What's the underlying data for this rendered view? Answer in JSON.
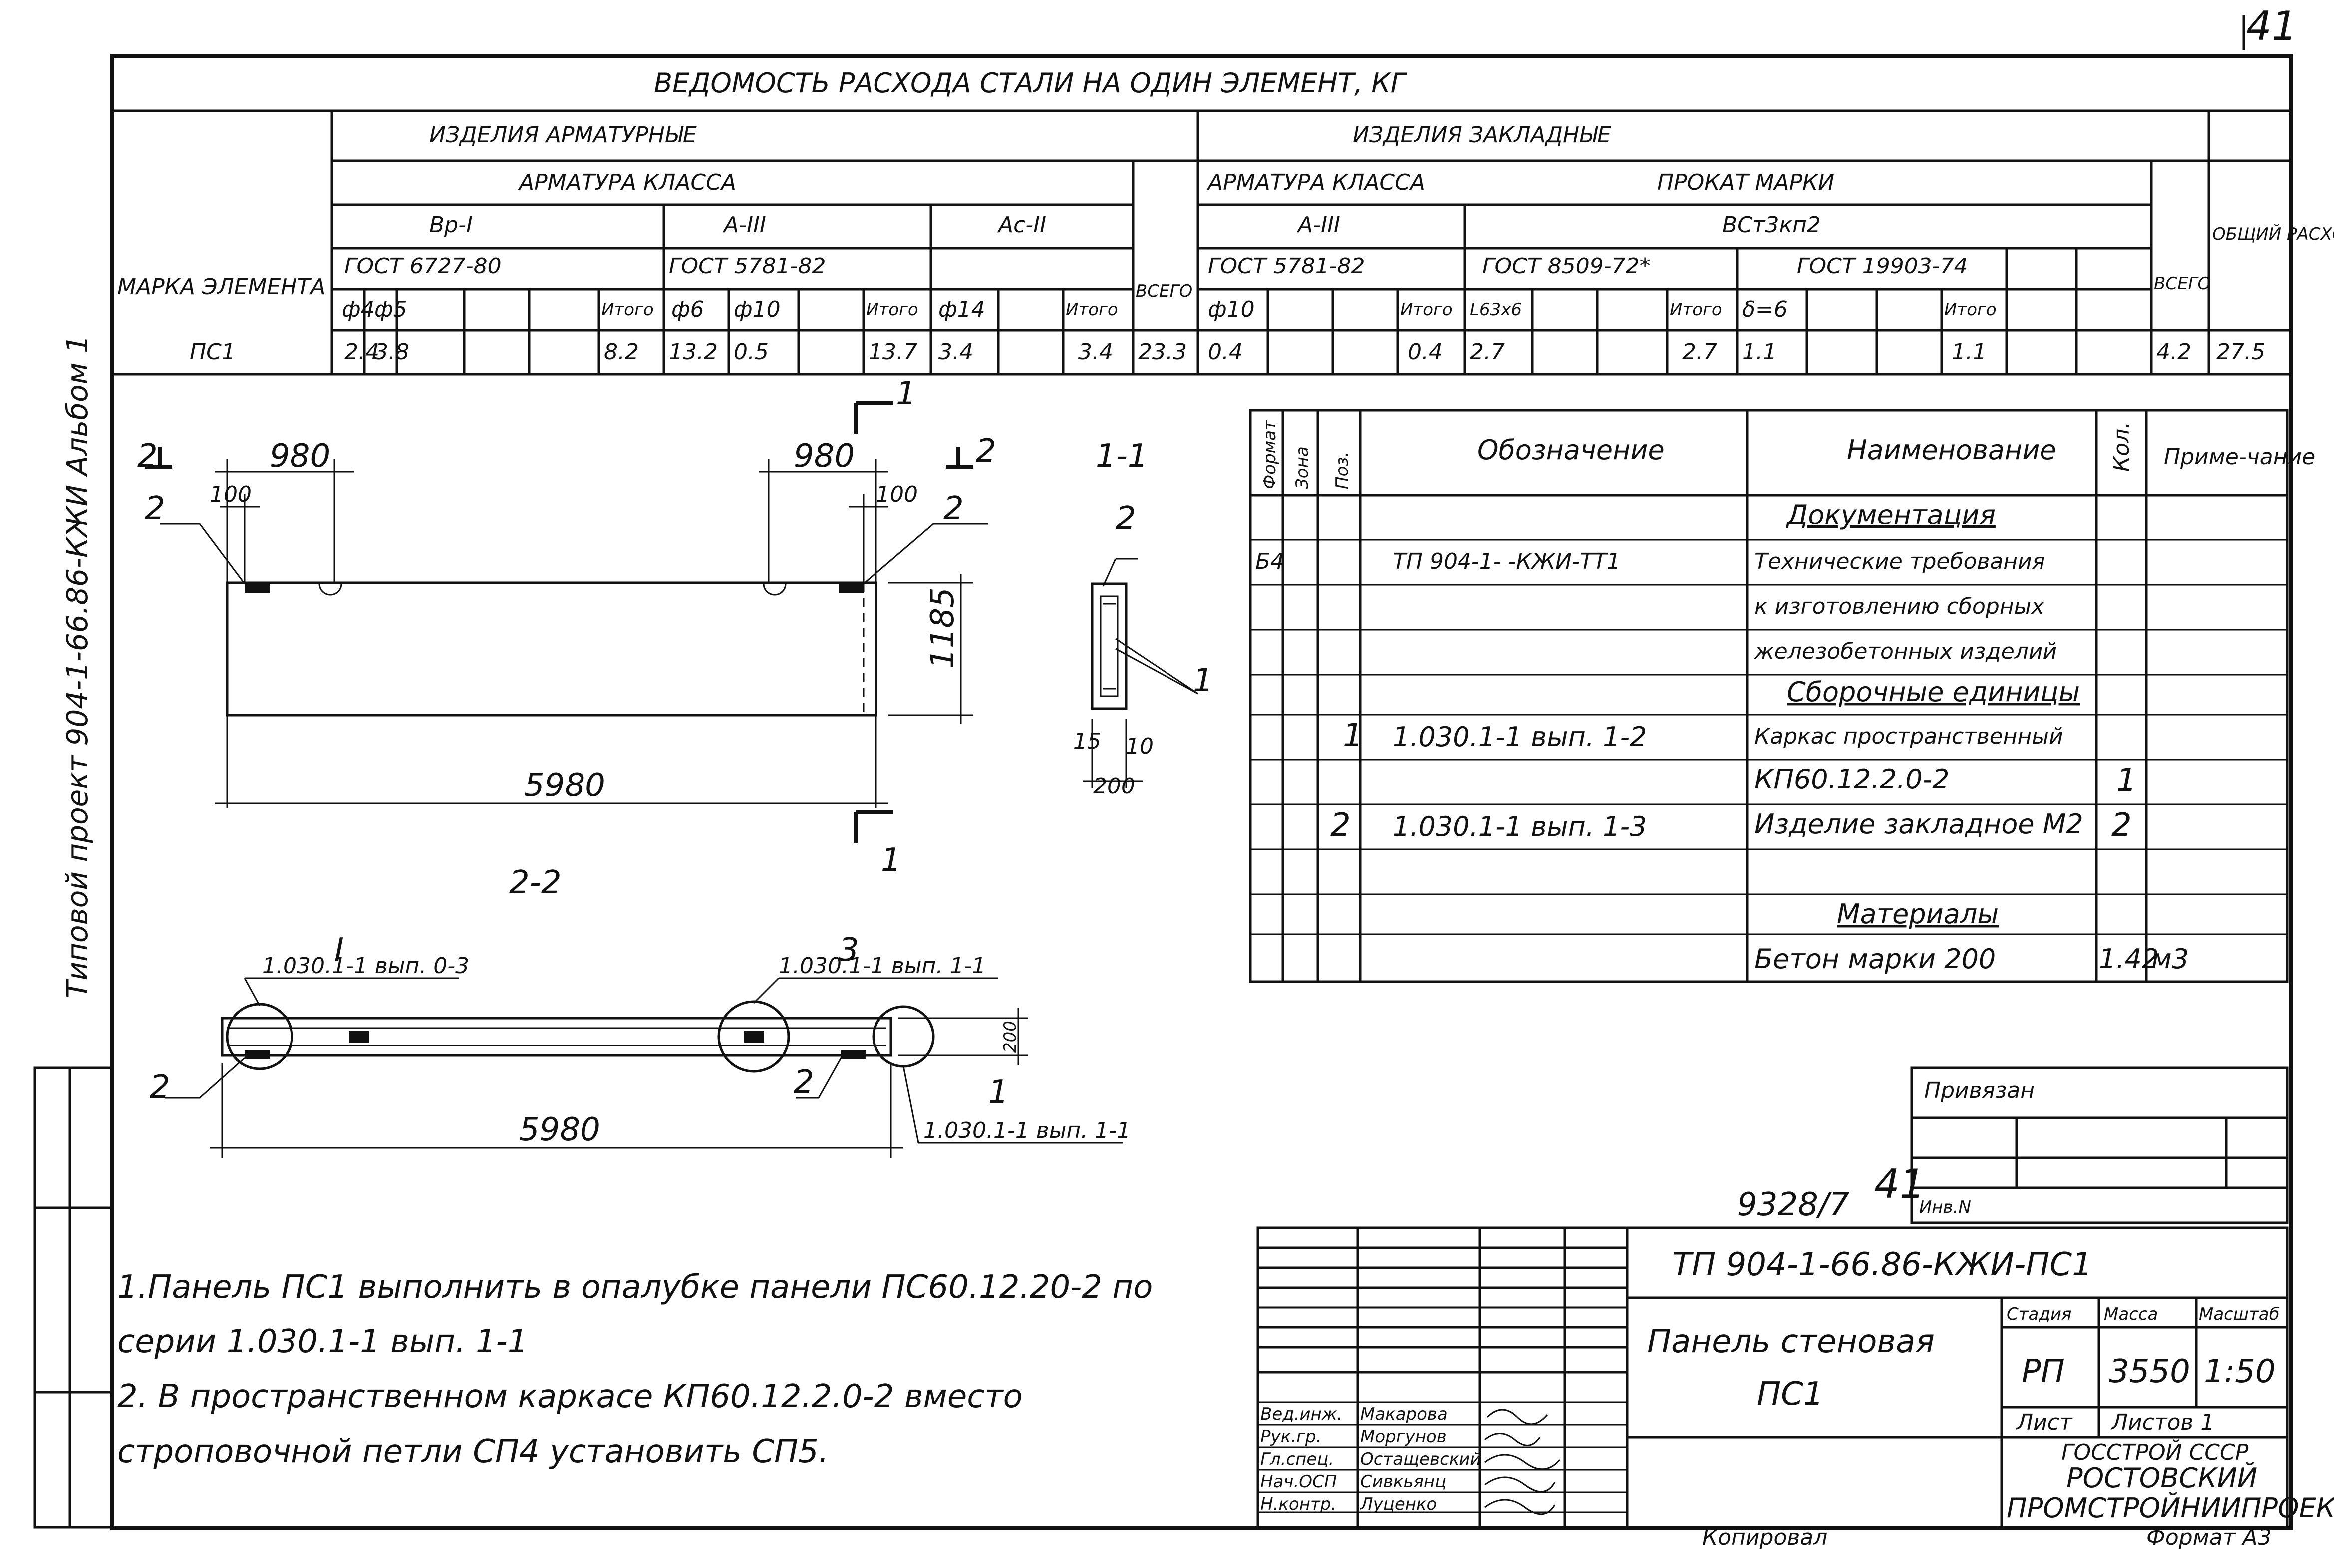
{
  "page_number": "41",
  "side_label": "Типовой проект 904-1-66.86-КЖИ Альбом 1",
  "steel_table": {
    "title": "ВЕДОМОСТЬ РАСХОДА СТАЛИ НА ОДИН ЭЛЕМЕНТ, КГ",
    "element_mark_header": "МАРКА ЭЛЕМЕНТА",
    "group1": "ИЗДЕЛИЯ АРМАТУРНЫЕ",
    "group1_sub": "АРМАТУРА КЛАССА",
    "class_bp": "Вр-I",
    "class_a3": "А-III",
    "class_ac2": "Ас-II",
    "gost_6727": "ГОСТ 6727-80",
    "gost_5781": "ГОСТ 5781-82",
    "group2": "ИЗДЕЛИЯ ЗАКЛАДНЫЕ",
    "group2_sub1": "АРМАТУРА КЛАССА",
    "group2_class": "А-III",
    "group2_gost": "ГОСТ 5781-82",
    "group2_sub2": "ПРОКАТ МАРКИ",
    "group2_steel": "ВСт3кп2",
    "gost_8509": "ГОСТ 8509-72*",
    "gost_19903": "ГОСТ 19903-74",
    "total_label": "ВСЕГО",
    "overall_label": "ОБЩИЙ РАСХОД",
    "col_heads": [
      "ф4",
      "ф5",
      "Итого",
      "ф6",
      "ф10",
      "Итого",
      "ф14",
      "Итого",
      "ф10",
      "Итого",
      "L63x6",
      "Итого",
      "δ=6",
      "Итого"
    ],
    "row": {
      "mark": "ПС1",
      "v1": "2.4",
      "v2": "3.8",
      "t1": "8.2",
      "v3": "13.2",
      "v4": "0.5",
      "t2": "13.7",
      "v5": "3.4",
      "t3": "3.4",
      "all1": "23.3",
      "v6": "0.4",
      "t4": "0.4",
      "v7": "2.7",
      "t5": "2.7",
      "v8": "1.1",
      "t6": "1.1",
      "all2": "4.2",
      "total": "27.5"
    }
  },
  "drawing": {
    "dim_980a": "980",
    "dim_980b": "980",
    "dim_100a": "100",
    "dim_100b": "100",
    "dim_1185": "1185",
    "dim_5980": "5980",
    "dim_5980b": "5980",
    "sec_11": "1-1",
    "sec_22": "2-2",
    "cut1": "1",
    "cut2": "2",
    "tag_1": "1",
    "tag_2": "2",
    "dim_15": "15",
    "dim_10": "10",
    "dim_200": "200",
    "dim_200b": "200",
    "leader_I": "I",
    "leader_I_txt": "1.030.1-1 вып. 0-3",
    "leader_3": "3",
    "leader_3_txt": "1.030.1-1 вып. 1-1",
    "leader_1": "1",
    "leader_1_txt": "1.030.1-1 вып. 1-1",
    "tag_2b": "2",
    "tag_2c": "2"
  },
  "spec": {
    "h_format": "Формат",
    "h_zone": "Зона",
    "h_pos": "Поз.",
    "h_designation": "Обозначение",
    "h_name": "Наименование",
    "h_qty": "Кол.",
    "h_note": "Приме-чание",
    "rows": [
      {
        "fmt": "",
        "pos": "",
        "des": "",
        "name": "Документация",
        "qty": "",
        "note": ""
      },
      {
        "fmt": "Б4",
        "pos": "",
        "des": "ТП 904-1-    -КЖИ-ТТ1",
        "name": "Технические требования",
        "qty": "",
        "note": ""
      },
      {
        "fmt": "",
        "pos": "",
        "des": "",
        "name": "к изготовлению сборных",
        "qty": "",
        "note": ""
      },
      {
        "fmt": "",
        "pos": "",
        "des": "",
        "name": "железобетонных изделий",
        "qty": "",
        "note": ""
      },
      {
        "fmt": "",
        "pos": "",
        "des": "",
        "name": "Сборочные единицы",
        "qty": "",
        "note": ""
      },
      {
        "fmt": "",
        "pos": "1",
        "des": "1.030.1-1 вып. 1-2",
        "name": "Каркас пространственный",
        "qty": "",
        "note": ""
      },
      {
        "fmt": "",
        "pos": "",
        "des": "",
        "name": "КП60.12.2.0-2",
        "qty": "1",
        "note": ""
      },
      {
        "fmt": "",
        "pos": "2",
        "des": "1.030.1-1 вып. 1-3",
        "name": "Изделие закладное М2",
        "qty": "2",
        "note": ""
      },
      {
        "fmt": "",
        "pos": "",
        "des": "",
        "name": "",
        "qty": "",
        "note": ""
      },
      {
        "fmt": "",
        "pos": "",
        "des": "",
        "name": "Материалы",
        "qty": "",
        "note": ""
      },
      {
        "fmt": "",
        "pos": "",
        "des": "",
        "name": "Бетон марки 200",
        "qty": "1.42",
        "note": "м3"
      }
    ]
  },
  "notes": [
    "1.Панель ПС1 выполнить в опалубке панели ПС60.12.20-2 по",
    "серии 1.030.1-1 вып. 1-1",
    "2. В пространственном каркасе КП60.12.2.0-2 вместо",
    "строповочной петли СП4 установить СП5."
  ],
  "stamp": {
    "bound": "Привязан",
    "inv": "Инв.N",
    "archive_no": "9328/7",
    "archive_sheet": "41",
    "doc_code": "ТП 904-1-66.86-КЖИ-ПС1",
    "name1": "Панель стеновая",
    "name2": "ПС1",
    "h_stage": "Стадия",
    "h_mass": "Масса",
    "h_scale": "Масштаб",
    "stage": "РП",
    "mass": "3550",
    "scale": "1:50",
    "sheet": "Лист",
    "sheets": "Листов 1",
    "org1": "ГОССТРОЙ СССР",
    "org2": "РОСТОВСКИЙ",
    "org3": "ПРОМСТРОЙНИИПРОЕКТ",
    "roles": [
      "Вед.инж.",
      "Рук.гр.",
      "Гл.спец.",
      "Нач.ОСП",
      "Н.контр."
    ],
    "people": [
      "Макарова",
      "Моргунов",
      "Остащевский",
      "Сивкьянц",
      "Луценко"
    ],
    "copied": "Копировал",
    "format": "Формат А3"
  }
}
